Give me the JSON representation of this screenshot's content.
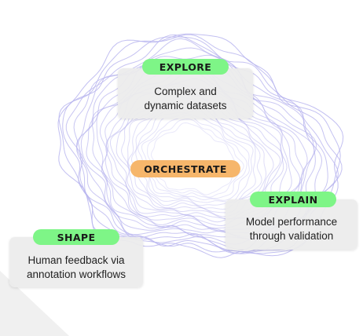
{
  "colors": {
    "ring": "#b7b4ee",
    "pill_green": "#7ef587",
    "pill_orange": "#f6b66b",
    "card_bg": "#ececec"
  },
  "center": {
    "label": "ORCHESTRATE"
  },
  "nodes": [
    {
      "label": "EXPLORE",
      "line1": "Complex and",
      "line2": "dynamic datasets"
    },
    {
      "label": "EXPLAIN",
      "line1": "Model performance",
      "line2": "through validation"
    },
    {
      "label": "SHAPE",
      "line1": "Human feedback via",
      "line2": "annotation workflows"
    }
  ]
}
